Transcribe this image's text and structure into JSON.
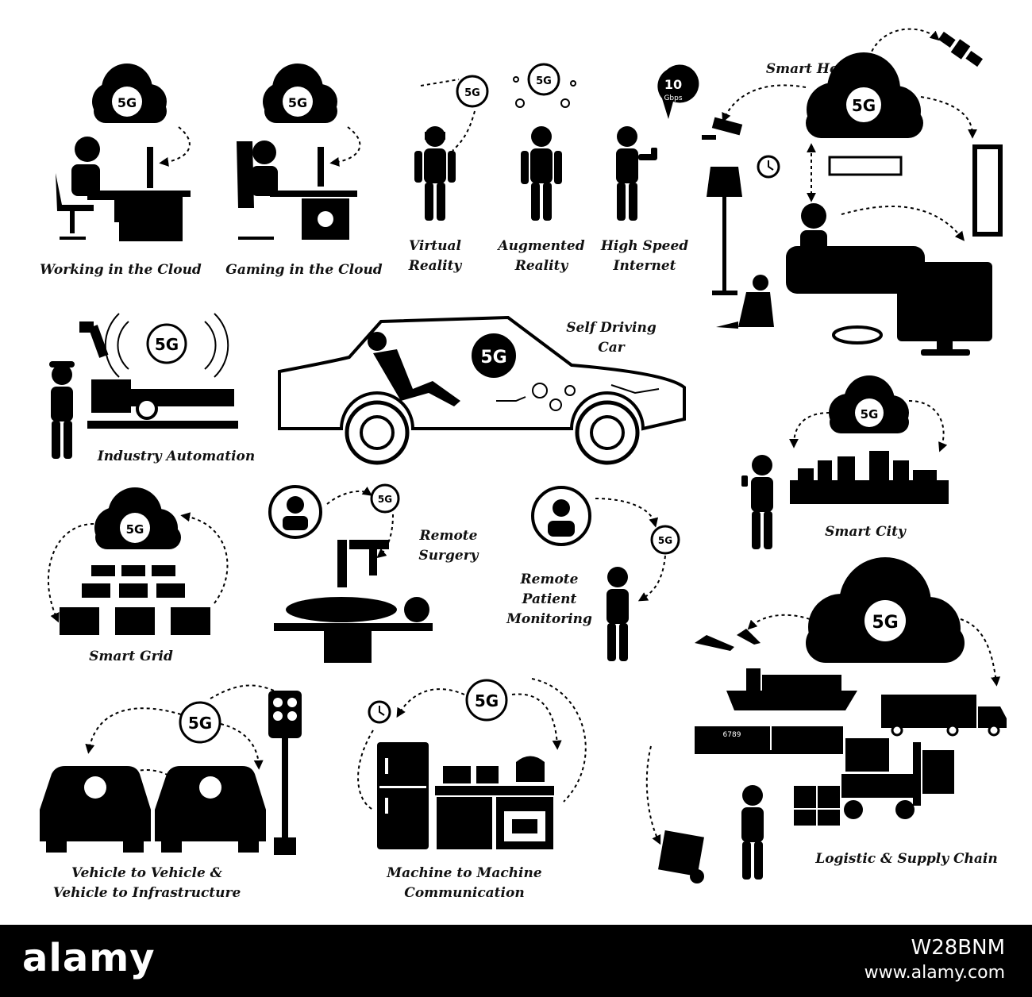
{
  "labels": {
    "working_cloud": "Working in the Cloud",
    "gaming_cloud": "Gaming in the Cloud",
    "virtual_reality_1": "Virtual",
    "virtual_reality_2": "Reality",
    "augmented_reality_1": "Augmented",
    "augmented_reality_2": "Reality",
    "high_speed_1": "High Speed",
    "high_speed_2": "Internet",
    "smart_home": "Smart Home",
    "industry_automation": "Industry Automation",
    "self_driving_1": "Self Driving",
    "self_driving_2": "Car",
    "smart_city": "Smart City",
    "smart_grid": "Smart Grid",
    "remote_surgery_1": "Remote",
    "remote_surgery_2": "Surgery",
    "remote_patient_1": "Remote",
    "remote_patient_2": "Patient",
    "remote_patient_3": "Monitoring",
    "v2v_1": "Vehicle to Vehicle &",
    "v2v_2": "Vehicle to Infrastructure",
    "m2m_1": "Machine to Machine",
    "m2m_2": "Communication",
    "logistics": "Logistic & Supply Chain"
  },
  "badges": {
    "fiveg": "5G",
    "speed_value": "10",
    "speed_unit": "Gbps",
    "train_number": "6789"
  },
  "watermark": {
    "logo": "alamy",
    "image_id": "W28BNM",
    "site": "www.alamy.com"
  },
  "colors": {
    "ink": "#000000",
    "background": "#ffffff"
  }
}
